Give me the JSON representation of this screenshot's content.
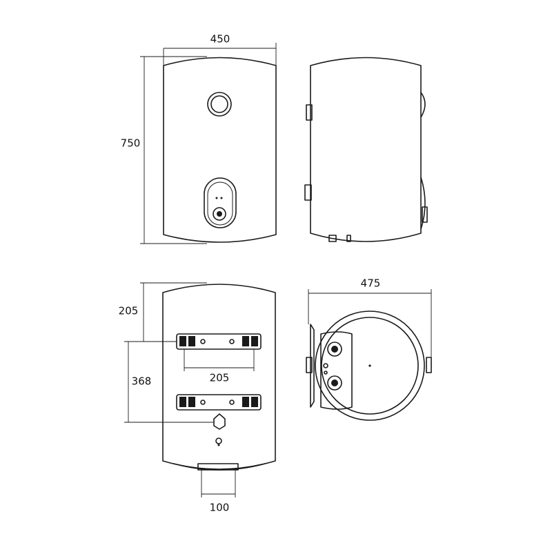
{
  "dimensions": {
    "width_front": "450",
    "height_total": "750",
    "depth_top": "205",
    "bracket_spacing_vertical": "368",
    "bracket_spacing_horizontal": "205",
    "pipe_spacing": "100",
    "depth_side": "475"
  },
  "colors": {
    "line": "#1a1a1a",
    "background": "#ffffff"
  }
}
